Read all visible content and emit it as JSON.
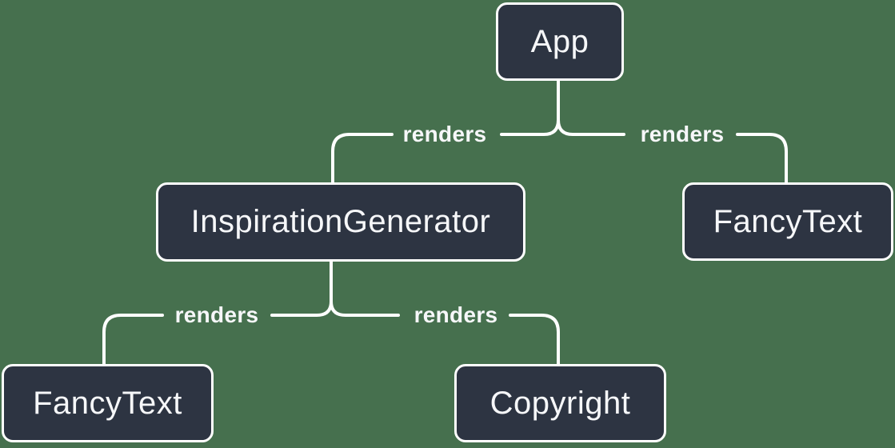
{
  "diagram": {
    "colors": {
      "background": "#46704E",
      "node_fill": "#2D3442",
      "node_border": "#FFFFFF",
      "line": "#FFFFFF",
      "text": "#F6F7F9"
    },
    "nodes": [
      {
        "id": "app",
        "label": "App"
      },
      {
        "id": "inspiration-generator",
        "label": "InspirationGenerator"
      },
      {
        "id": "fancy-text-right",
        "label": "FancyText"
      },
      {
        "id": "fancy-text-left",
        "label": "FancyText"
      },
      {
        "id": "copyright",
        "label": "Copyright"
      }
    ],
    "edges": [
      {
        "from": "App",
        "to": "InspirationGenerator",
        "label": "renders"
      },
      {
        "from": "App",
        "to": "FancyText",
        "label": "renders"
      },
      {
        "from": "InspirationGenerator",
        "to": "FancyText",
        "label": "renders"
      },
      {
        "from": "InspirationGenerator",
        "to": "Copyright",
        "label": "renders"
      }
    ]
  }
}
